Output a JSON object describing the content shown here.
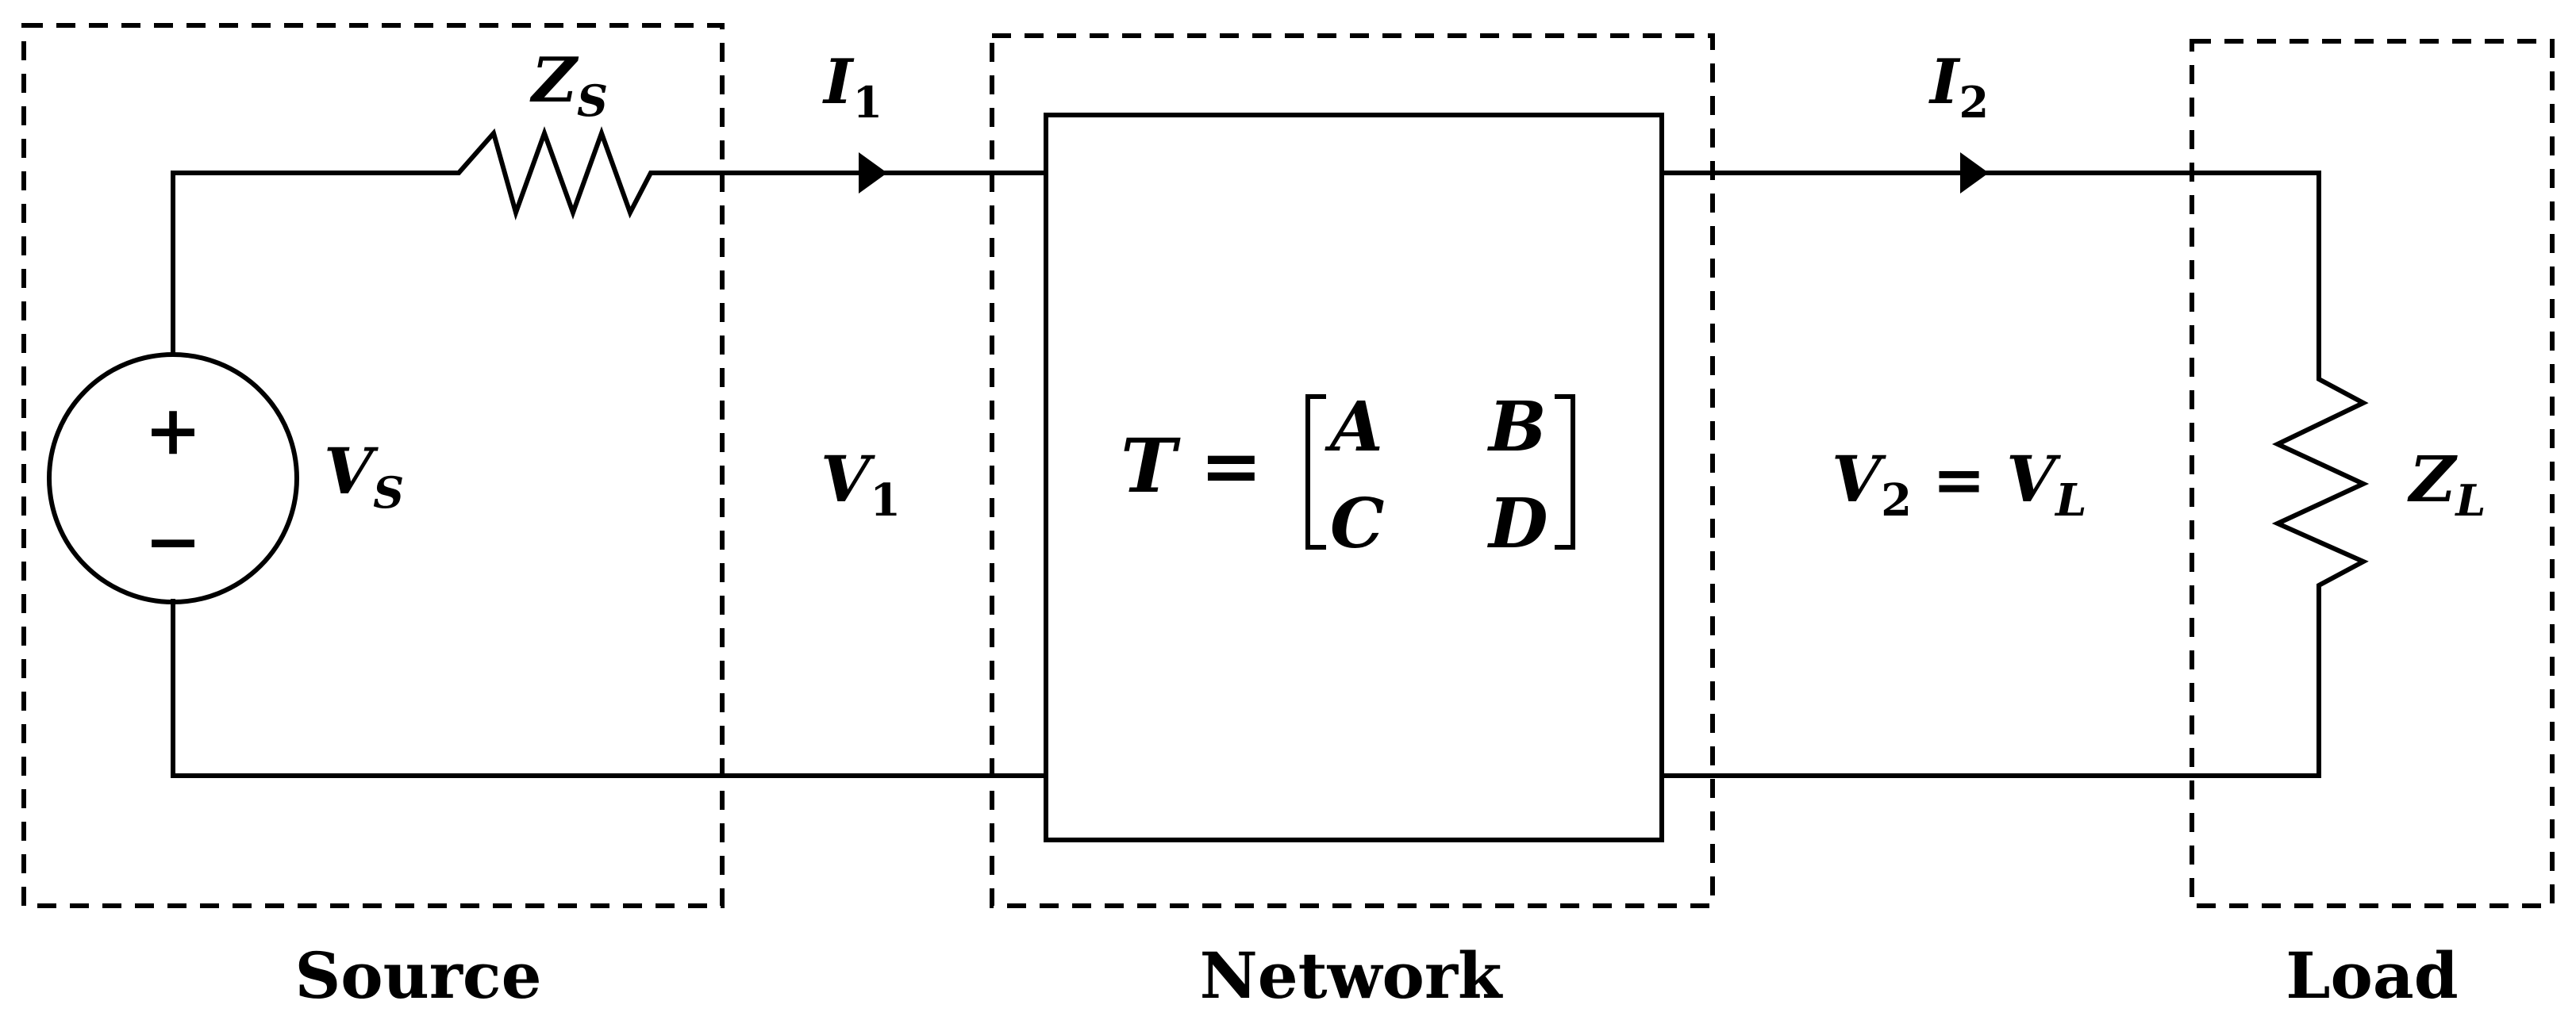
{
  "regions": {
    "source": "Source",
    "network": "Network",
    "load": "Load"
  },
  "symbols": {
    "zs_main": "Z",
    "zs_sub": "S",
    "i1_main": "I",
    "i1_sub": "1",
    "i2_main": "I",
    "i2_sub": "2",
    "vs_main": "V",
    "vs_sub": "S",
    "v1_main": "V",
    "v1_sub": "1",
    "v2_main": "V",
    "v2_sub": "2",
    "v2_eq": "=",
    "vl_main": "V",
    "vl_sub": "L",
    "zl_main": "Z",
    "zl_sub": "L",
    "source_plus": "+",
    "source_minus": "−"
  },
  "network_matrix": {
    "name": "T",
    "eq": "=",
    "a": "A",
    "b": "B",
    "c": "C",
    "d": "D"
  }
}
